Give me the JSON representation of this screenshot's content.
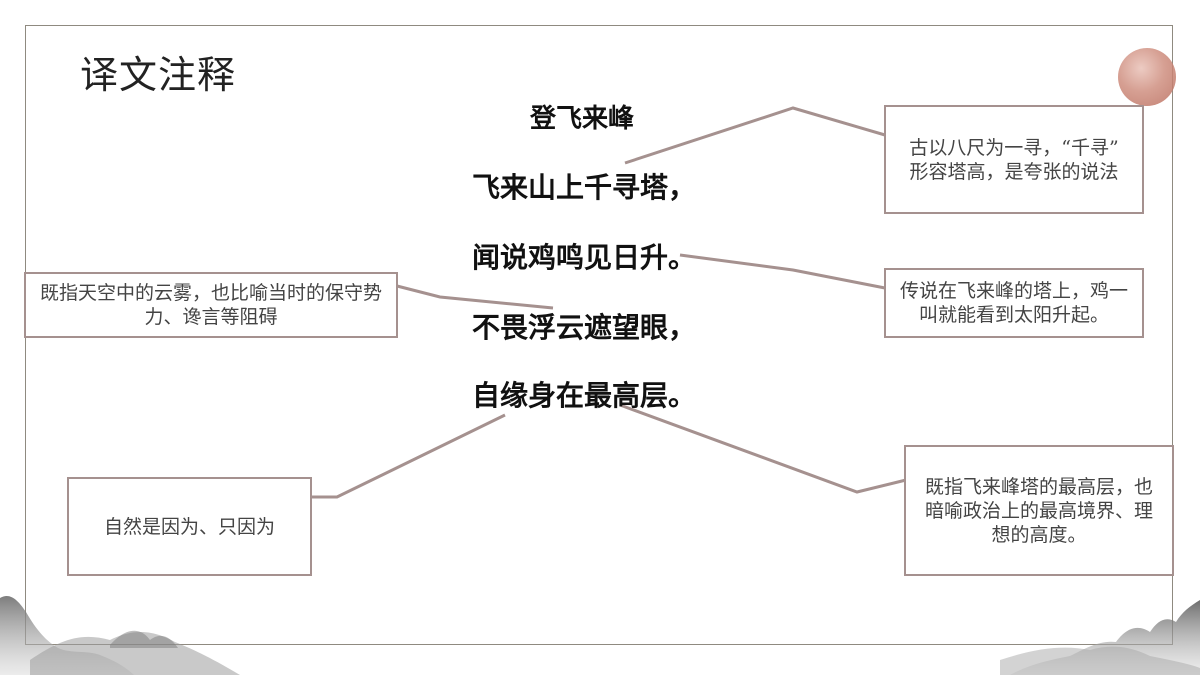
{
  "slide": {
    "title": "译文注释",
    "poem_title": "登飞来峰",
    "lines": [
      "飞来山上千寻塔，",
      "闻说鸡鸣见日升。",
      "不畏浮云遮望眼，",
      "自缘身在最高层。"
    ],
    "notes": {
      "qianxun": "古以八尺为一寻，“千寻” 形容塔高，是夸张的说法",
      "jiming": "传说在飞来峰的塔上，鸡一叫就能看到太阳升起。",
      "fuyun": "既指天空中的云雾，也比喻当时的保守势力、谗言等阻碍",
      "ziyuan": "自然是因为、只因为",
      "zuigaoceng": "既指飞来峰塔的最高层，也暗喻政治上的最高境界、理想的高度。"
    },
    "colors": {
      "connector": "#a5918f",
      "frame": "#8f8a80",
      "sun": "#c87f70"
    }
  }
}
